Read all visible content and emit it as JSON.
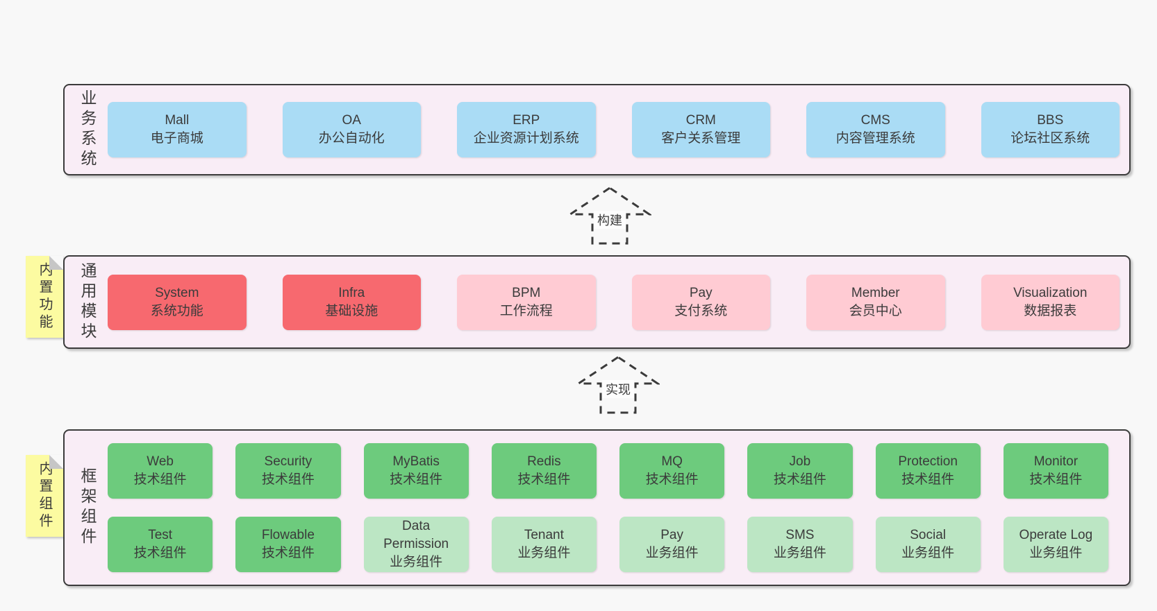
{
  "colors": {
    "page_bg": "#f8f8f8",
    "layer_bg": "#f9edf6",
    "layer_border": "#3b3b3b",
    "text": "#3b3b3b",
    "blue": "#aadcf5",
    "red": "#f7696f",
    "pink": "#ffcbd3",
    "green": "#6dcb7d",
    "light_green": "#bce6c4",
    "note_bg": "#fcfba1",
    "note_fold": "#c6c6c6"
  },
  "layers": [
    {
      "id": "business-systems",
      "label": "业务系统",
      "note": null,
      "rows": [
        [
          {
            "name": "Mall",
            "desc": "电子商城",
            "variant": "blue"
          },
          {
            "name": "OA",
            "desc": "办公自动化",
            "variant": "blue"
          },
          {
            "name": "ERP",
            "desc": "企业资源计划系统",
            "variant": "blue"
          },
          {
            "name": "CRM",
            "desc": "客户关系管理",
            "variant": "blue"
          },
          {
            "name": "CMS",
            "desc": "内容管理系统",
            "variant": "blue"
          },
          {
            "name": "BBS",
            "desc": "论坛社区系统",
            "variant": "blue"
          }
        ]
      ]
    },
    {
      "id": "common-modules",
      "label": "通用模块",
      "note": "内置功能",
      "rows": [
        [
          {
            "name": "System",
            "desc": "系统功能",
            "variant": "red"
          },
          {
            "name": "Infra",
            "desc": "基础设施",
            "variant": "red"
          },
          {
            "name": "BPM",
            "desc": "工作流程",
            "variant": "pink"
          },
          {
            "name": "Pay",
            "desc": "支付系统",
            "variant": "pink"
          },
          {
            "name": "Member",
            "desc": "会员中心",
            "variant": "pink"
          },
          {
            "name": "Visualization",
            "desc": "数据报表",
            "variant": "pink"
          }
        ]
      ]
    },
    {
      "id": "framework-components",
      "label": "框架组件",
      "note": "内置组件",
      "rows": [
        [
          {
            "name": "Web",
            "desc": "技术组件",
            "variant": "green"
          },
          {
            "name": "Security",
            "desc": "技术组件",
            "variant": "green"
          },
          {
            "name": "MyBatis",
            "desc": "技术组件",
            "variant": "green"
          },
          {
            "name": "Redis",
            "desc": "技术组件",
            "variant": "green"
          },
          {
            "name": "MQ",
            "desc": "技术组件",
            "variant": "green"
          },
          {
            "name": "Job",
            "desc": "技术组件",
            "variant": "green"
          },
          {
            "name": "Protection",
            "desc": "技术组件",
            "variant": "green"
          },
          {
            "name": "Monitor",
            "desc": "技术组件",
            "variant": "green"
          }
        ],
        [
          {
            "name": "Test",
            "desc": "技术组件",
            "variant": "green"
          },
          {
            "name": "Flowable",
            "desc": "技术组件",
            "variant": "green"
          },
          {
            "name": "Data Permission",
            "desc": "业务组件",
            "variant": "light_green"
          },
          {
            "name": "Tenant",
            "desc": "业务组件",
            "variant": "light_green"
          },
          {
            "name": "Pay",
            "desc": "业务组件",
            "variant": "light_green"
          },
          {
            "name": "SMS",
            "desc": "业务组件",
            "variant": "light_green"
          },
          {
            "name": "Social",
            "desc": "业务组件",
            "variant": "light_green"
          },
          {
            "name": "Operate Log",
            "desc": "业务组件",
            "variant": "light_green"
          }
        ]
      ]
    }
  ],
  "arrows": [
    {
      "id": "build",
      "label": "构建"
    },
    {
      "id": "implement",
      "label": "实现"
    }
  ]
}
